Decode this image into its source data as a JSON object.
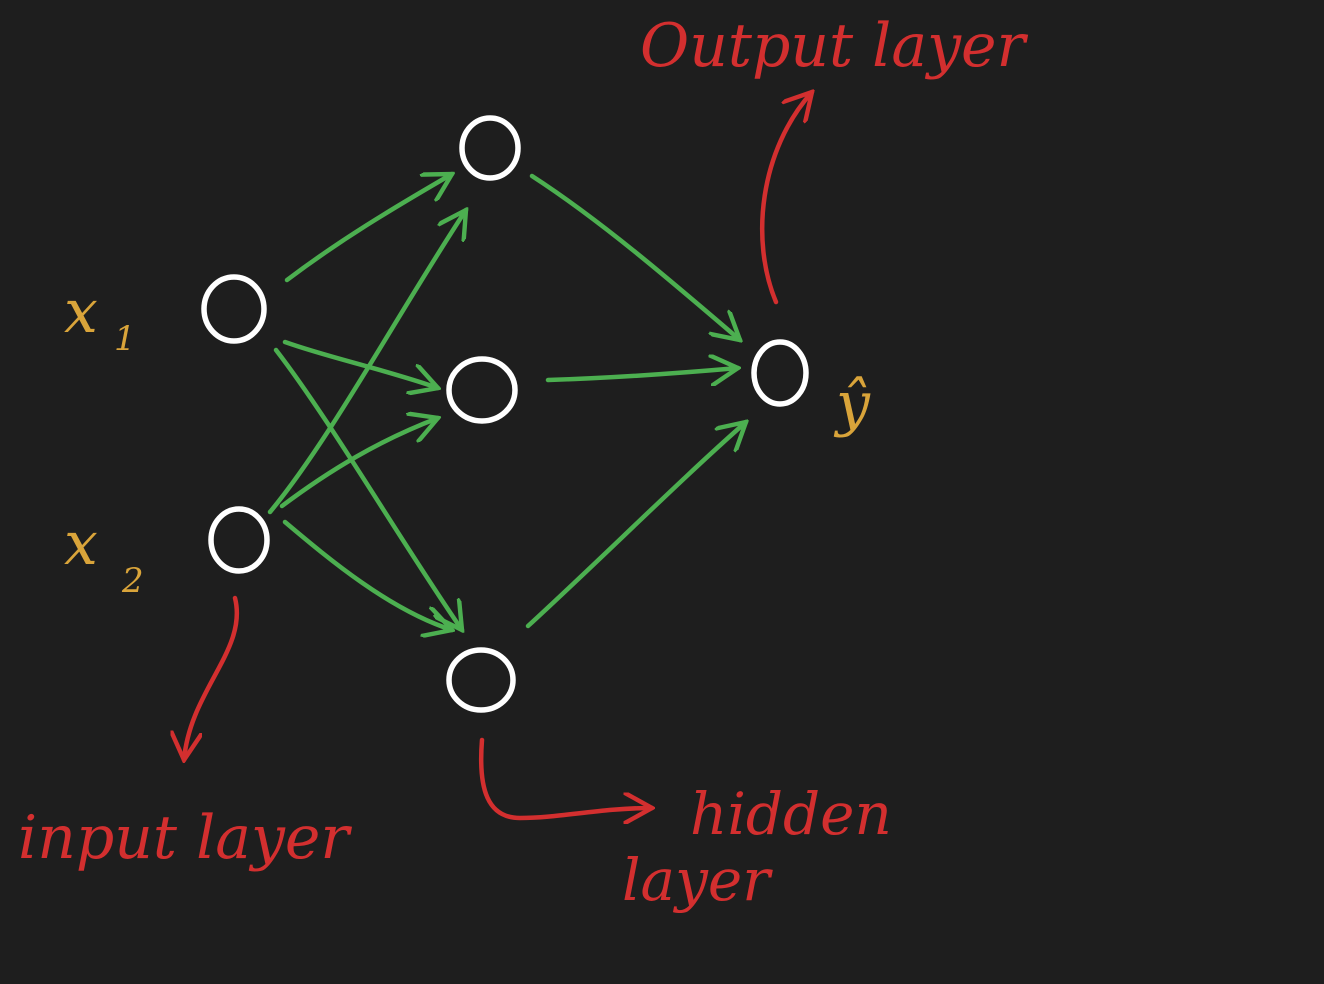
{
  "diagram": {
    "labels": {
      "output_layer": "Output layer",
      "input_layer": "input layer",
      "hidden_layer_line1": "hidden",
      "hidden_layer_line2": "layer"
    },
    "variables": {
      "x1": "x",
      "x1_sub": "1",
      "x2": "x",
      "x2_sub": "2",
      "y_hat": "ŷ"
    },
    "colors": {
      "background": "#1e1e1e",
      "nodes": "#ffffff",
      "edges": "#4caf50",
      "annotations": "#d32f2f",
      "variables": "#d9a43a"
    }
  }
}
